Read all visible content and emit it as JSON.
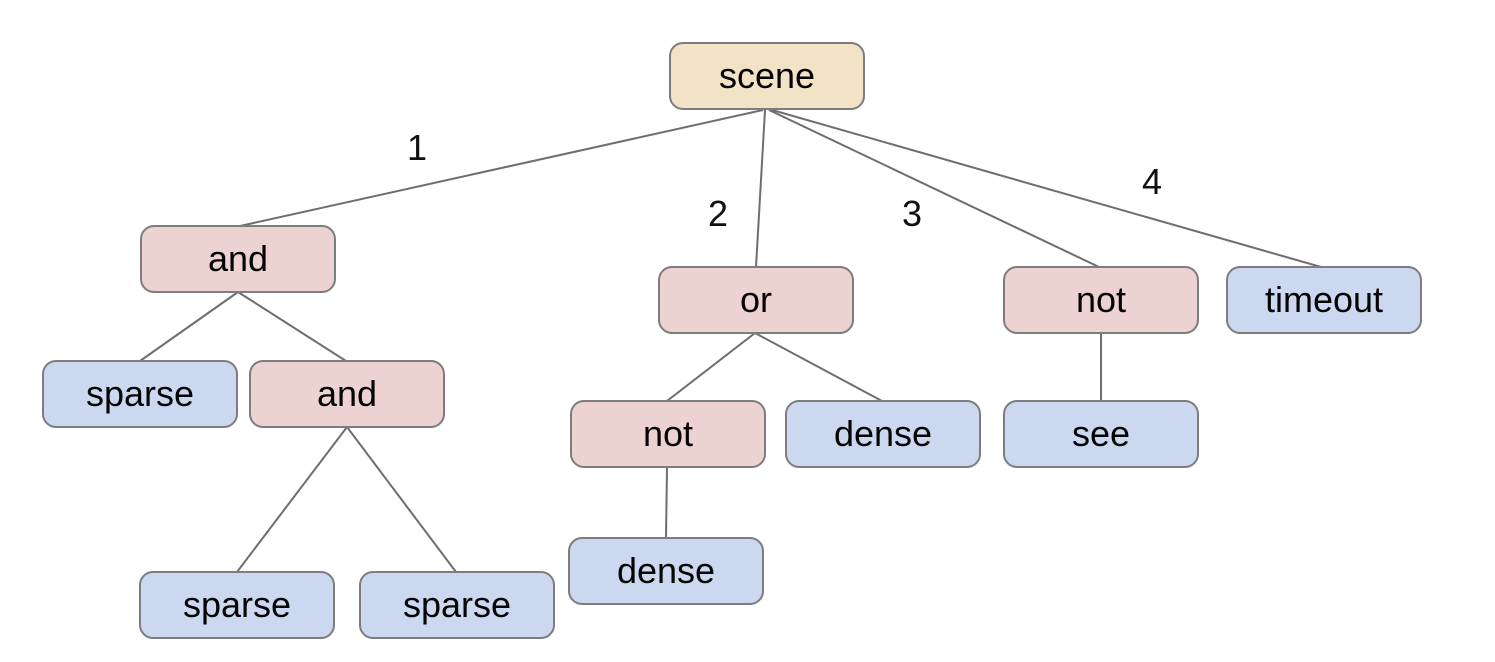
{
  "diagram": {
    "type": "tree",
    "description": "Scene decomposition tree with logical operator nodes",
    "colors": {
      "root_fill": "#f3e3c6",
      "operator_fill": "#ecd2d0",
      "leaf_fill": "#ccd8f0",
      "node_border": "#7d7d7d",
      "edge_line": "#6e6e6e",
      "text": "#050505",
      "background": "#ffffff"
    },
    "edge_labels": [
      "1",
      "2",
      "3",
      "4"
    ],
    "nodes": [
      {
        "id": "scene",
        "label": "scene",
        "kind": "root"
      },
      {
        "id": "and-1",
        "label": "and",
        "kind": "operator"
      },
      {
        "id": "or-1",
        "label": "or",
        "kind": "operator"
      },
      {
        "id": "not-1",
        "label": "not",
        "kind": "operator"
      },
      {
        "id": "timeout-1",
        "label": "timeout",
        "kind": "leaf"
      },
      {
        "id": "sparse-1",
        "label": "sparse",
        "kind": "leaf"
      },
      {
        "id": "and-2",
        "label": "and",
        "kind": "operator"
      },
      {
        "id": "not-2",
        "label": "not",
        "kind": "operator"
      },
      {
        "id": "dense-1",
        "label": "dense",
        "kind": "leaf"
      },
      {
        "id": "see-1",
        "label": "see",
        "kind": "leaf"
      },
      {
        "id": "dense-2",
        "label": "dense",
        "kind": "leaf"
      },
      {
        "id": "sparse-2",
        "label": "sparse",
        "kind": "leaf"
      },
      {
        "id": "sparse-3",
        "label": "sparse",
        "kind": "leaf"
      }
    ],
    "tree": {
      "label": "scene",
      "children": [
        {
          "edge_label": "1",
          "label": "and",
          "children": [
            {
              "label": "sparse"
            },
            {
              "label": "and",
              "children": [
                {
                  "label": "sparse"
                },
                {
                  "label": "sparse"
                }
              ]
            }
          ]
        },
        {
          "edge_label": "2",
          "label": "or",
          "children": [
            {
              "label": "not",
              "children": [
                {
                  "label": "dense"
                }
              ]
            },
            {
              "label": "dense"
            }
          ]
        },
        {
          "edge_label": "3",
          "label": "not",
          "children": [
            {
              "label": "see"
            }
          ]
        },
        {
          "edge_label": "4",
          "label": "timeout"
        }
      ]
    }
  }
}
